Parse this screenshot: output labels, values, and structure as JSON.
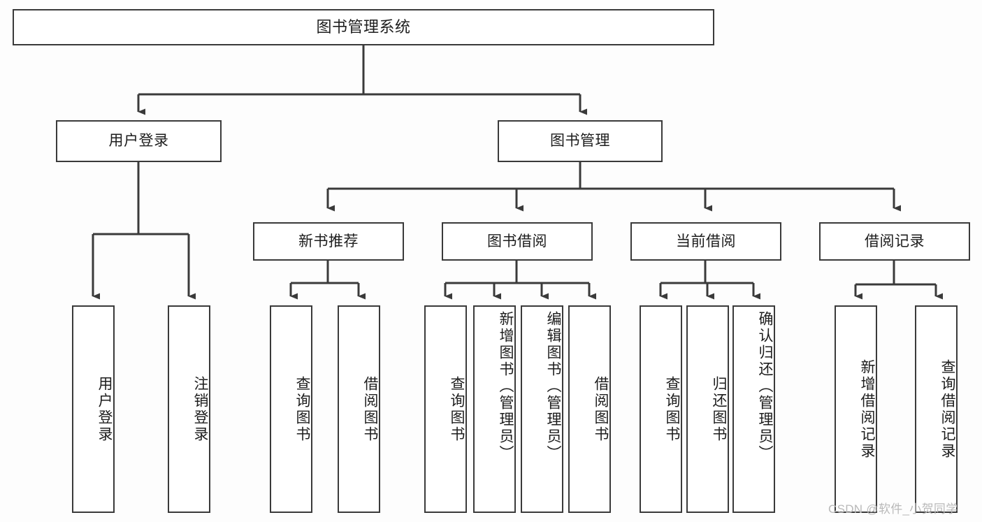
{
  "diagram": {
    "type": "hierarchy-tree",
    "title": "图书管理系统",
    "background_color": "#fdfdfd",
    "line_color": "#3a3a3a",
    "box_fill": "#ffffff",
    "nodes": {
      "root": {
        "label": "图书管理系统"
      },
      "level1": [
        {
          "id": "user-login",
          "label": "用户登录"
        },
        {
          "id": "book-management",
          "label": "图书管理"
        }
      ],
      "level2": [
        {
          "id": "new-book-recommend",
          "label": "新书推荐",
          "parent": "book-management"
        },
        {
          "id": "book-borrow",
          "label": "图书借阅",
          "parent": "book-management"
        },
        {
          "id": "current-borrow",
          "label": "当前借阅",
          "parent": "book-management"
        },
        {
          "id": "borrow-record",
          "label": "借阅记录",
          "parent": "book-management"
        }
      ],
      "leaves": {
        "user_login": [
          {
            "id": "leaf-user-login",
            "label": "用户登录"
          },
          {
            "id": "leaf-logout",
            "label": "注销登录"
          }
        ],
        "new_book_recommend": [
          {
            "id": "leaf-query-book-1",
            "label": "查询图书"
          },
          {
            "id": "leaf-borrow-book-1",
            "label": "借阅图书"
          }
        ],
        "book_borrow": [
          {
            "id": "leaf-query-book-2",
            "label": "查询图书"
          },
          {
            "id": "leaf-add-book",
            "label": "新增图书（管理员）"
          },
          {
            "id": "leaf-edit-book",
            "label": "编辑图书（管理员）"
          },
          {
            "id": "leaf-borrow-book-2",
            "label": "借阅图书"
          }
        ],
        "current_borrow": [
          {
            "id": "leaf-query-book-3",
            "label": "查询图书"
          },
          {
            "id": "leaf-return-book",
            "label": "归还图书"
          },
          {
            "id": "leaf-confirm-return",
            "label": "确认归还（管理员）"
          }
        ],
        "borrow_record": [
          {
            "id": "leaf-add-record",
            "label": "新增借阅记录"
          },
          {
            "id": "leaf-query-record",
            "label": "查询借阅记录"
          }
        ]
      }
    },
    "watermark": "CSDN @软件_小贺同学"
  }
}
